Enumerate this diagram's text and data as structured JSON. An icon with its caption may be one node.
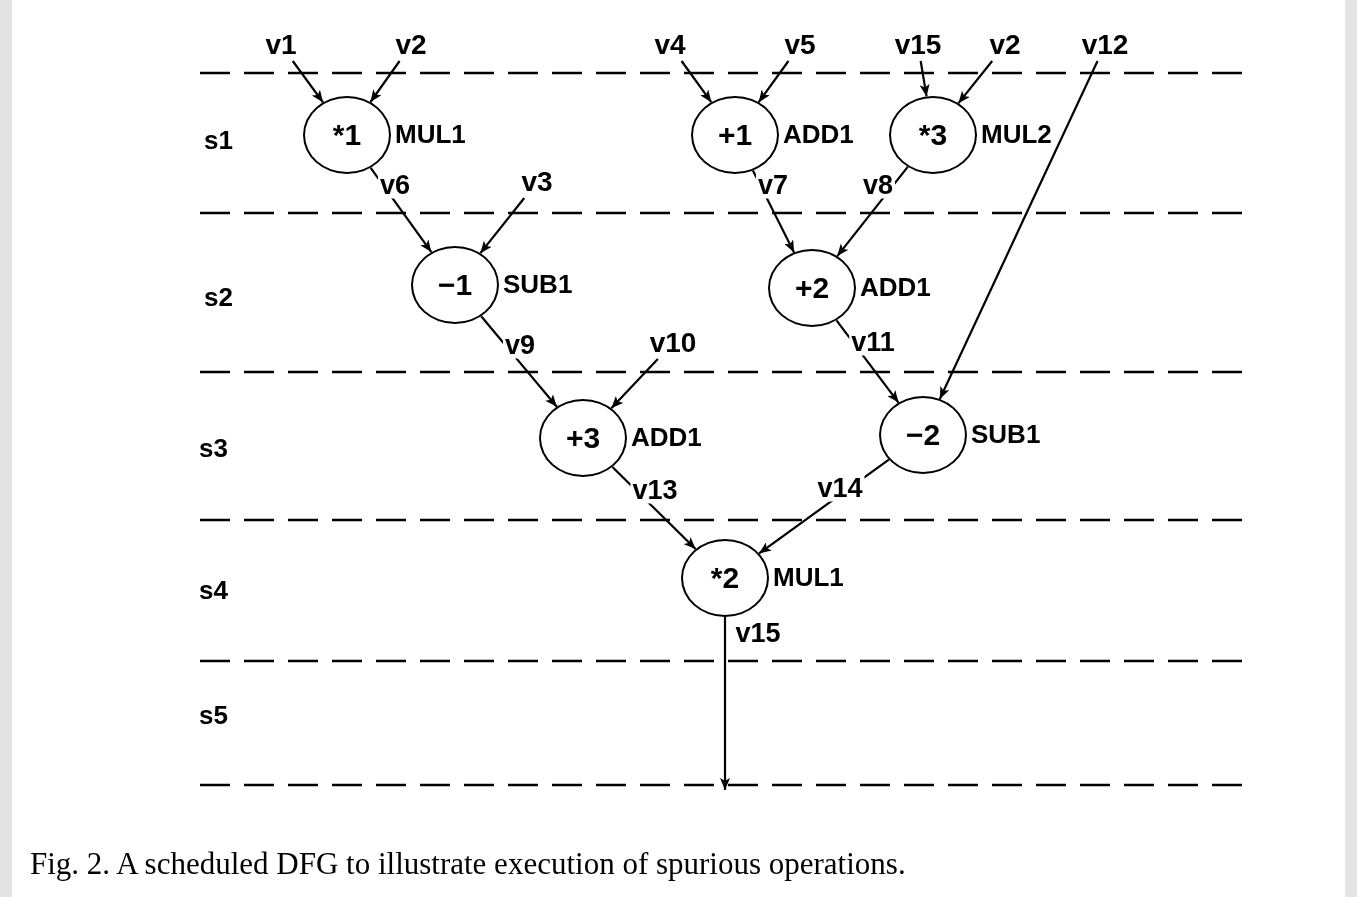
{
  "diagram": {
    "caption": "Fig. 2. A scheduled DFG to illustrate execution of spurious operations.",
    "nodes": [
      {
        "text": [
          "v1"
        ]
      },
      {
        "text": [
          "v2"
        ]
      },
      {
        "text": [
          "v4"
        ]
      },
      {
        "text": [
          "v5"
        ]
      },
      {
        "text": [
          "v15"
        ]
      },
      {
        "text": [
          "v2"
        ]
      },
      {
        "text": [
          "v12"
        ]
      },
      {
        "text": [
          "*1"
        ],
        "beside": [
          "MUL1"
        ]
      },
      {
        "text": [
          "+1"
        ],
        "beside": [
          "ADD1"
        ]
      },
      {
        "text": [
          "*3"
        ],
        "beside": [
          "MUL2"
        ]
      },
      {
        "text": [
          "v3"
        ]
      },
      {
        "text": [
          "−1"
        ],
        "beside": [
          "SUB1"
        ]
      },
      {
        "text": [
          "+2"
        ],
        "beside": [
          "ADD1"
        ]
      },
      {
        "text": [
          "v10"
        ]
      },
      {
        "text": [
          "+3"
        ],
        "beside": [
          "ADD1"
        ]
      },
      {
        "text": [
          "−2"
        ],
        "beside": [
          "SUB1"
        ]
      },
      {
        "text": [
          "*2"
        ],
        "beside": [
          "MUL1"
        ]
      }
    ],
    "edges": [
      {
        "from": 0,
        "to": 7,
        "arrow": "to"
      },
      {
        "from": 1,
        "to": 7,
        "arrow": "to"
      },
      {
        "from": 2,
        "to": 8,
        "arrow": "to"
      },
      {
        "from": 3,
        "to": 8,
        "arrow": "to"
      },
      {
        "from": 4,
        "to": 9,
        "arrow": "to"
      },
      {
        "from": 5,
        "to": 9,
        "arrow": "to"
      },
      {
        "from": 7,
        "to": 11,
        "arrow": "to",
        "label": "v6"
      },
      {
        "from": 10,
        "to": 11,
        "arrow": "to"
      },
      {
        "from": 8,
        "to": 12,
        "arrow": "to",
        "label": "v7"
      },
      {
        "from": 9,
        "to": 12,
        "arrow": "to",
        "label": "v8"
      },
      {
        "from": 6,
        "to": 15,
        "arrow": "to"
      },
      {
        "from": 11,
        "to": 14,
        "arrow": "to",
        "label": "v9"
      },
      {
        "from": 13,
        "to": 14,
        "arrow": "to"
      },
      {
        "from": 12,
        "to": 15,
        "arrow": "to",
        "label": "v11"
      },
      {
        "from": 14,
        "to": 16,
        "arrow": "to",
        "label": "v13"
      },
      {
        "from": 15,
        "to": 16,
        "arrow": "to",
        "label": "v14"
      },
      {
        "from": 16,
        "to": null,
        "arrow": "to",
        "label": "v15"
      }
    ],
    "labels": [
      "s1",
      "s2",
      "s3",
      "s4",
      "s5"
    ]
  }
}
